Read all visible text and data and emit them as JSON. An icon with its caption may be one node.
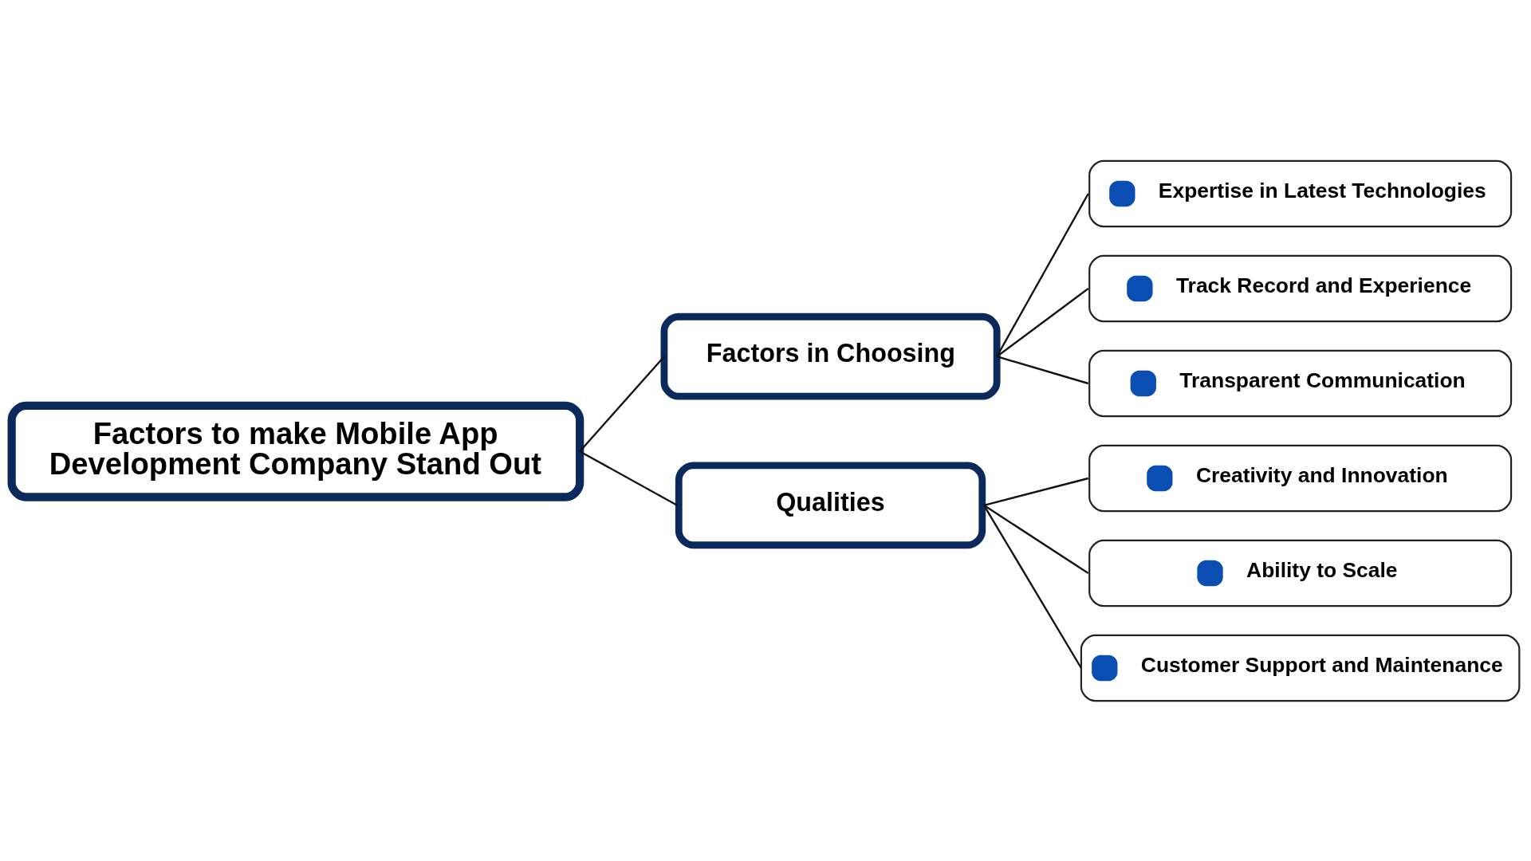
{
  "diagram": {
    "nodes": [
      {
        "text": [
          "Factors to make Mobile App Development Company Stand Out"
        ]
      },
      {
        "text": [
          "Factors in Choosing"
        ]
      },
      {
        "text": [
          "Qualities"
        ]
      },
      {
        "text": [
          "Expertise in Latest Technologies"
        ]
      },
      {
        "text": [
          "Track Record and Experience"
        ]
      },
      {
        "text": [
          "Transparent Communication"
        ]
      },
      {
        "text": [
          "Creativity and Innovation"
        ]
      },
      {
        "text": [
          "Ability to Scale"
        ]
      },
      {
        "text": [
          "Customer Support and Maintenance"
        ]
      }
    ],
    "edges": [
      {
        "from": 0,
        "to": 1,
        "arrow": "none"
      },
      {
        "from": 0,
        "to": 2,
        "arrow": "none"
      },
      {
        "from": 1,
        "to": 3,
        "arrow": "none"
      },
      {
        "from": 1,
        "to": 4,
        "arrow": "none"
      },
      {
        "from": 1,
        "to": 5,
        "arrow": "none"
      },
      {
        "from": 2,
        "to": 6,
        "arrow": "none"
      },
      {
        "from": 2,
        "to": 7,
        "arrow": "none"
      },
      {
        "from": 2,
        "to": 8,
        "arrow": "none"
      }
    ]
  }
}
